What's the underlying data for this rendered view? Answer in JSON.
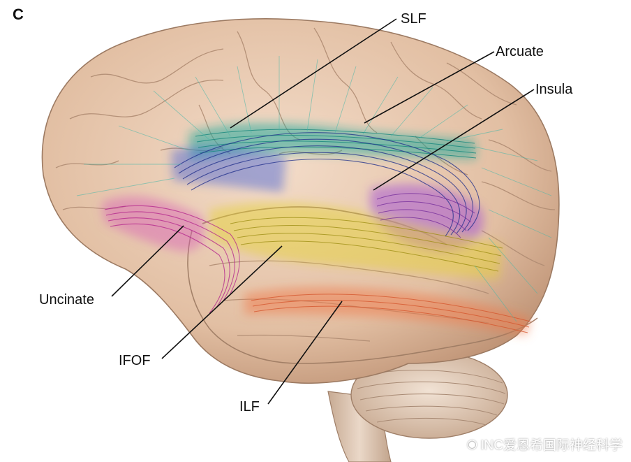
{
  "panel_letter": "C",
  "labels": {
    "slf": "SLF",
    "arcuate": "Arcuate",
    "insula": "Insula",
    "uncinate": "Uncinate",
    "ifof": "IFOF",
    "ilf": "ILF"
  },
  "watermark": {
    "text": "INC爱恩希国际神经科学",
    "icon": "weibo-icon"
  },
  "colors": {
    "brain": "#e2bfa3",
    "brain_shadow": "#b98c6e",
    "slf": "#1ea79a",
    "arcuate": "#3d5fd6",
    "insula": "#a04bd8",
    "uncinate": "#d85bb6",
    "ifof": "#e6d23a",
    "ilf": "#ef7a4a",
    "fibers": "#44b7a9"
  }
}
